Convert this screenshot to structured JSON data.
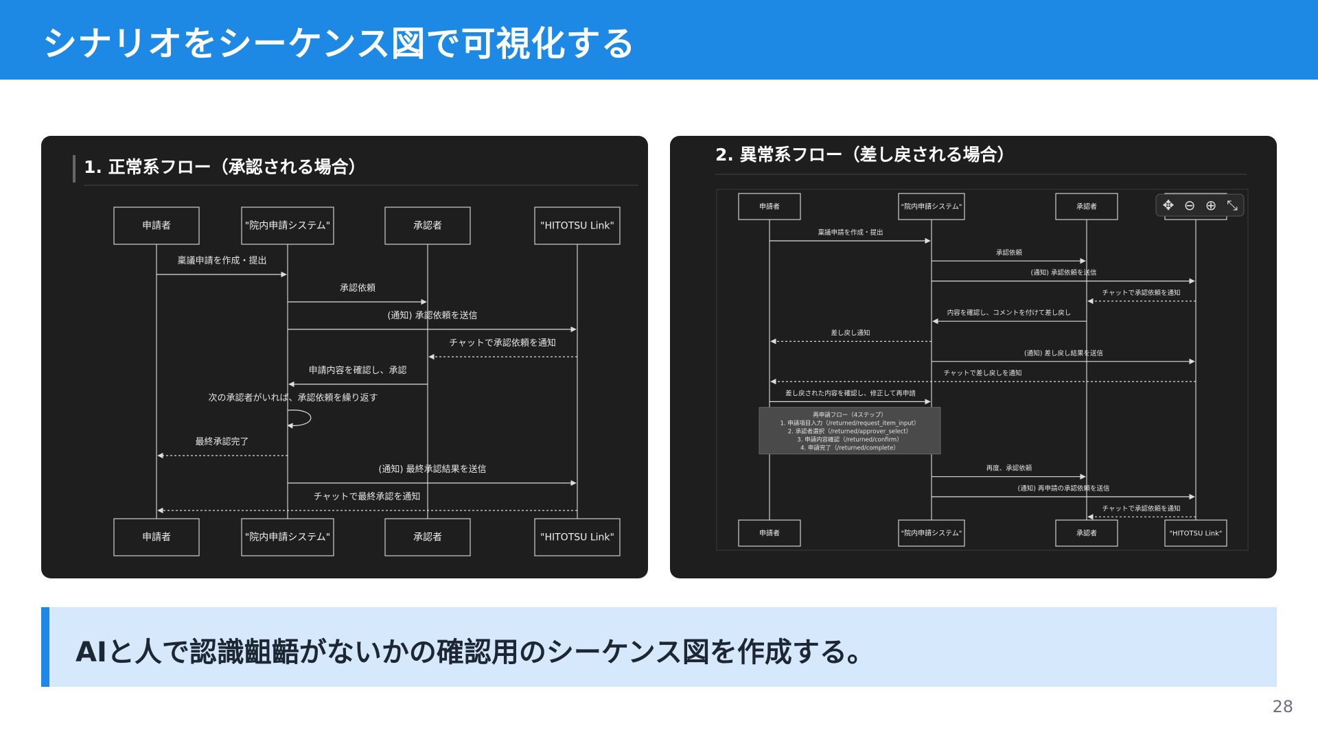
{
  "slide": {
    "title": "シナリオをシーケンス図で可視化する",
    "callout": "AIと人で認識齟齬がないかの確認用のシーケンス図を作成する。",
    "page_number": "28"
  },
  "colors": {
    "header": "#1e88e5",
    "panel": "#1e1e1e",
    "callout_bg": "#d6e8fb"
  },
  "diagrams": [
    {
      "title": "1. 正常系フロー（承認される場合）",
      "participants": [
        "申請者",
        "\"院内申請システム\"",
        "承認者",
        "\"HITOTSU Link\""
      ],
      "messages": [
        {
          "from": 0,
          "to": 1,
          "style": "solid",
          "label": "稟議申請を作成・提出"
        },
        {
          "from": 1,
          "to": 2,
          "style": "solid",
          "label": "承認依頼"
        },
        {
          "from": 1,
          "to": 3,
          "style": "solid",
          "label": "(通知) 承認依頼を送信"
        },
        {
          "from": 3,
          "to": 2,
          "style": "dashed",
          "label": "チャットで承認依頼を通知"
        },
        {
          "from": 2,
          "to": 1,
          "style": "solid",
          "label": "申請内容を確認し、承認"
        },
        {
          "from": 1,
          "to": 1,
          "style": "self",
          "label": "次の承認者がいれば、承認依頼を繰り返す"
        },
        {
          "from": 1,
          "to": 0,
          "style": "dashed",
          "label": "最終承認完了"
        },
        {
          "from": 1,
          "to": 3,
          "style": "solid",
          "label": "(通知) 最終承認結果を送信"
        },
        {
          "from": 3,
          "to": 0,
          "style": "dashed",
          "label": "チャットで最終承認を通知"
        }
      ]
    },
    {
      "title": "2. 異常系フロー（差し戻される場合）",
      "participants": [
        "申請者",
        "\"院内申請システム\"",
        "承認者",
        "\"HITOTSU Link\""
      ],
      "toolbar_icons": [
        "move-icon",
        "zoom-out-icon",
        "zoom-in-icon",
        "collapse-icon"
      ],
      "messages": [
        {
          "from": 0,
          "to": 1,
          "style": "solid",
          "label": "稟議申請を作成・提出"
        },
        {
          "from": 1,
          "to": 2,
          "style": "solid",
          "label": "承認依頼"
        },
        {
          "from": 1,
          "to": 3,
          "style": "solid",
          "label": "(通知) 承認依頼を送信"
        },
        {
          "from": 3,
          "to": 2,
          "style": "dashed",
          "label": "チャットで承認依頼を通知"
        },
        {
          "from": 2,
          "to": 1,
          "style": "solid",
          "label": "内容を確認し、コメントを付けて差し戻し"
        },
        {
          "from": 1,
          "to": 0,
          "style": "dashed",
          "label": "差し戻し通知"
        },
        {
          "from": 1,
          "to": 3,
          "style": "solid",
          "label": "(通知) 差し戻し結果を送信"
        },
        {
          "from": 3,
          "to": 0,
          "style": "dashed",
          "label": "チャットで差し戻しを通知"
        },
        {
          "from": 0,
          "to": 1,
          "style": "solid",
          "label": "差し戻された内容を確認し、修正して再申請"
        },
        {
          "style": "note",
          "lines": [
            "再申請フロー（4ステップ）",
            "1. 申請項目入力（/returned/request_item_input）",
            "2. 承認者選択（/returned/approver_select）",
            "3. 申請内容確認（/returned/confirm）",
            "4. 申請完了（/returned/complete）"
          ]
        },
        {
          "from": 1,
          "to": 2,
          "style": "solid",
          "label": "再度、承認依頼"
        },
        {
          "from": 1,
          "to": 3,
          "style": "solid",
          "label": "(通知) 再申請の承認依頼を送信"
        },
        {
          "from": 3,
          "to": 2,
          "style": "dashed",
          "label": "チャットで承認依頼を通知"
        }
      ]
    }
  ]
}
